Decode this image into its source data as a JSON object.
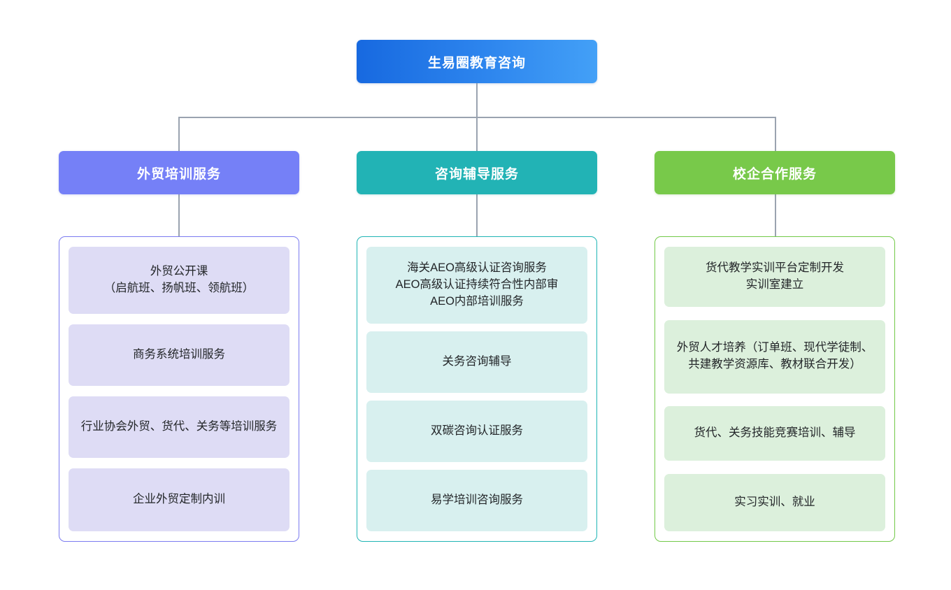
{
  "diagram": {
    "type": "organization-chart",
    "root": {
      "label": "生易圈教育咨询",
      "color": "#1769e0",
      "color_end": "#43a0f7"
    },
    "branches": [
      {
        "label": "外贸培训服务",
        "header_color": "#7580f7",
        "border_color": "#7b7bf0",
        "card_color": "#dedcf5",
        "items": [
          {
            "label": "外贸公开课\n（启航班、扬帆班、领航班）"
          },
          {
            "label": "商务系统培训服务"
          },
          {
            "label": "行业协会外贸、货代、关务等培训服务"
          },
          {
            "label": "企业外贸定制内训"
          }
        ]
      },
      {
        "label": "咨询辅导服务",
        "header_color": "#22b3b5",
        "border_color": "#1fb5b5",
        "card_color": "#d8f0ef",
        "items": [
          {
            "label": "海关AEO高级认证咨询服务\nAEO高级认证持续符合性内部审\nAEO内部培训服务"
          },
          {
            "label": "关务咨询辅导"
          },
          {
            "label": "双碳咨询认证服务"
          },
          {
            "label": "易学培训咨询服务"
          }
        ]
      },
      {
        "label": "校企合作服务",
        "header_color": "#78c94a",
        "border_color": "#72c948",
        "card_color": "#dcf0dc",
        "items": [
          {
            "label": "货代教学实训平台定制开发\n实训室建立"
          },
          {
            "label": "外贸人才培养（订单班、现代学徒制、共建教学资源库、教材联合开发）"
          },
          {
            "label": "货代、关务技能竞赛培训、辅导"
          },
          {
            "label": "实习实训、就业"
          }
        ]
      }
    ],
    "connector_color": "#9aa3b0"
  }
}
